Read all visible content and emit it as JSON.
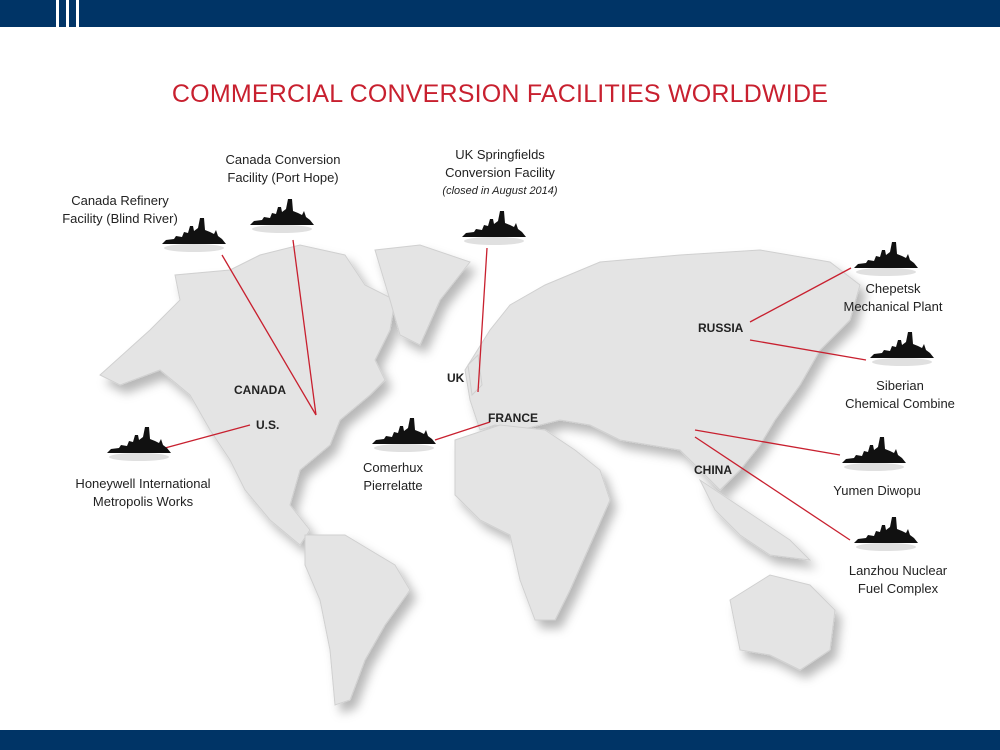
{
  "title": "COMMERCIAL CONVERSION FACILITIES WORLDWIDE",
  "colors": {
    "header": "#003466",
    "accent": "#c8202f",
    "land": "#e4e4e4"
  },
  "countries": {
    "canada": "CANADA",
    "us": "U.S.",
    "uk": "UK",
    "france": "FRANCE",
    "russia": "RUSSIA",
    "china": "CHINA"
  },
  "facilities": {
    "blind_river": {
      "line1": "Canada Refinery",
      "line2": "Facility (Blind River)"
    },
    "port_hope": {
      "line1": "Canada Conversion",
      "line2": "Facility (Port Hope)"
    },
    "springfields": {
      "line1": "UK Springfields",
      "line2": "Conversion Facility",
      "note": "(closed in August 2014)"
    },
    "chepetsk": {
      "line1": "Chepetsk",
      "line2": "Mechanical Plant"
    },
    "siberian": {
      "line1": "Siberian",
      "line2": "Chemical Combine"
    },
    "yumen": {
      "line1": "Yumen Diwopu"
    },
    "lanzhou": {
      "line1": "Lanzhou Nuclear",
      "line2": "Fuel Complex"
    },
    "honeywell": {
      "line1": "Honeywell International",
      "line2": "Metropolis Works"
    },
    "comerhux": {
      "line1": "Comerhux",
      "line2": "Pierrelatte"
    }
  }
}
